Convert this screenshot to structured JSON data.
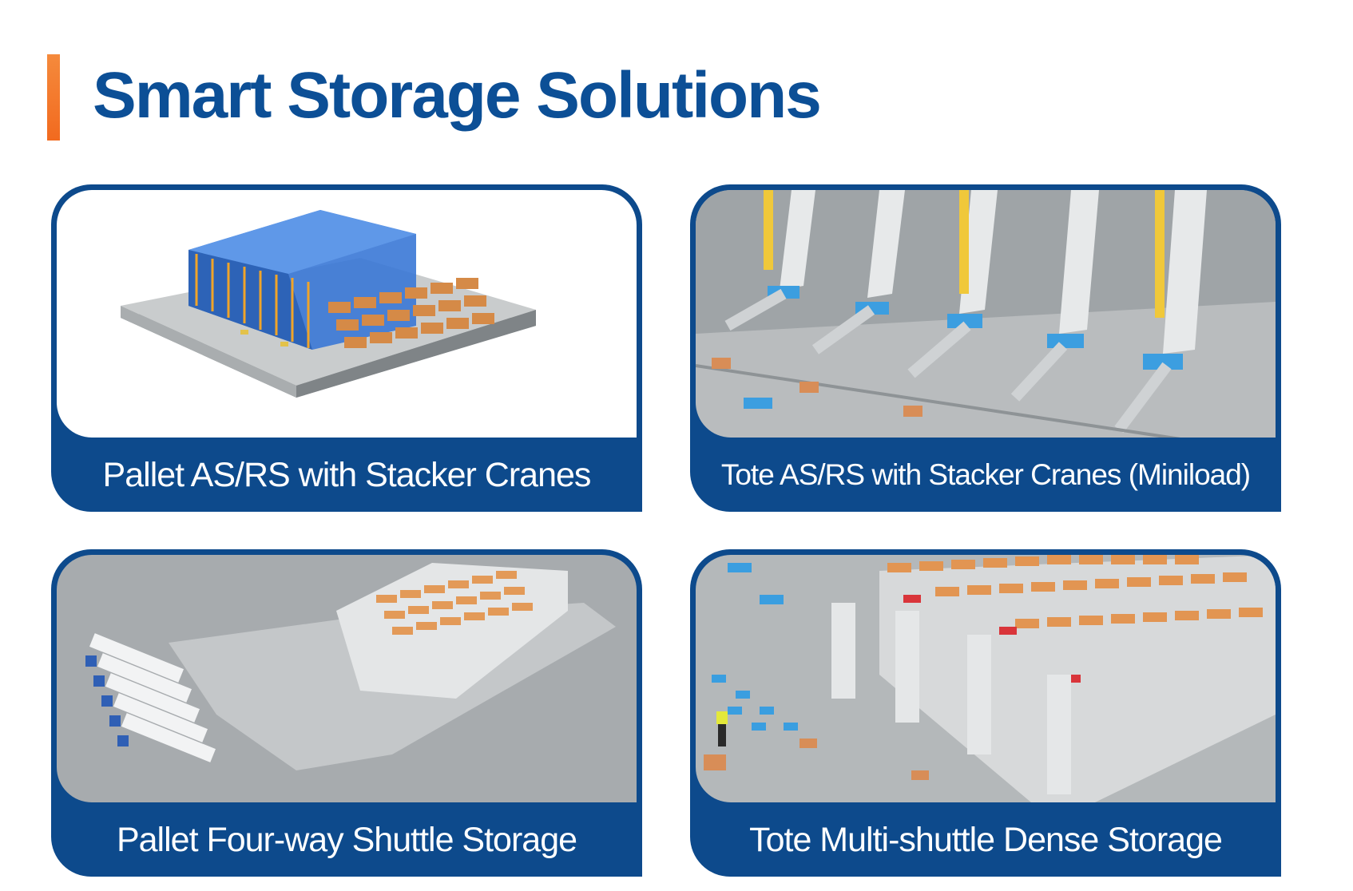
{
  "header": {
    "title": "Smart Storage Solutions"
  },
  "solutions": [
    {
      "caption": "Pallet AS/RS with Stacker Cranes"
    },
    {
      "caption": "Tote AS/RS with Stacker Cranes (Miniload)"
    },
    {
      "caption": "Pallet Four-way Shuttle Storage"
    },
    {
      "caption": "Tote Multi-shuttle Dense Storage"
    }
  ],
  "colors": {
    "accent": "#f26a1f",
    "brand_blue": "#0c4f96",
    "card_blue": "#0d4a8c"
  }
}
